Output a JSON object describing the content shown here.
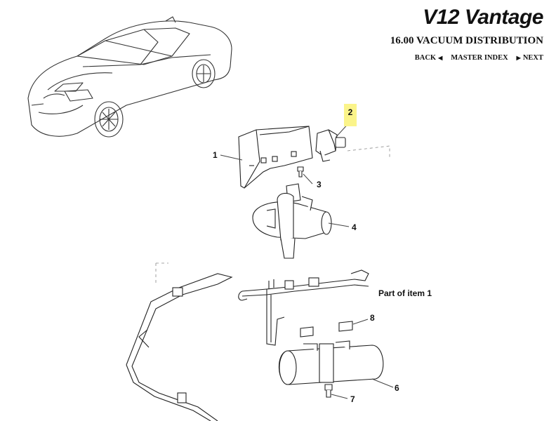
{
  "header": {
    "brand": "V12 Vantage",
    "section_title": "16.00 VACUUM DISTRIBUTION",
    "nav": {
      "back": "BACK",
      "master_index": "MASTER INDEX",
      "next": "NEXT"
    }
  },
  "callouts": {
    "c1": "1",
    "c2": "2",
    "c3": "3",
    "c4": "4",
    "c5": "Part of item 1",
    "c6": "6",
    "c7": "7",
    "c8": "8"
  },
  "colors": {
    "highlight": "#fbf48a",
    "line": "#222222",
    "leader": "#444444"
  }
}
